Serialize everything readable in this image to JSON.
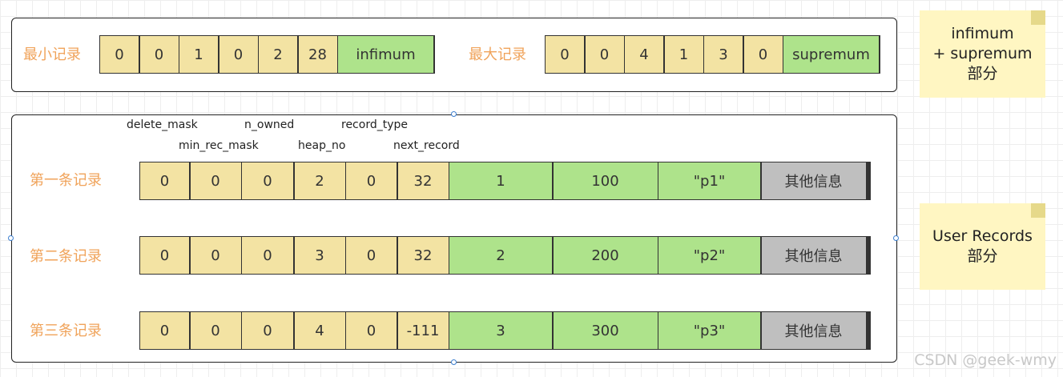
{
  "top_panel": {
    "min": {
      "label": "最小记录",
      "header": [
        "0",
        "0",
        "1",
        "0",
        "2",
        "28"
      ],
      "value": "infimum"
    },
    "max": {
      "label": "最大记录",
      "header": [
        "0",
        "0",
        "4",
        "1",
        "3",
        "0"
      ],
      "value": "supremum"
    }
  },
  "field_labels": {
    "upper": [
      "delete_mask",
      "n_owned",
      "record_type"
    ],
    "lower": [
      "min_rec_mask",
      "heap_no",
      "next_record"
    ]
  },
  "records": [
    {
      "label": "第一条记录",
      "header": [
        "0",
        "0",
        "0",
        "2",
        "0",
        "32"
      ],
      "data": [
        "1",
        "100",
        "\"p1\""
      ],
      "other": "其他信息"
    },
    {
      "label": "第二条记录",
      "header": [
        "0",
        "0",
        "0",
        "3",
        "0",
        "32"
      ],
      "data": [
        "2",
        "200",
        "\"p2\""
      ],
      "other": "其他信息"
    },
    {
      "label": "第三条记录",
      "header": [
        "0",
        "0",
        "0",
        "4",
        "0",
        "-111"
      ],
      "data": [
        "3",
        "300",
        "\"p3\""
      ],
      "other": "其他信息"
    }
  ],
  "notes": [
    {
      "lines": [
        "infimum",
        "+ supremum",
        "部分"
      ]
    },
    {
      "lines": [
        "User Records",
        "部分"
      ]
    }
  ],
  "watermark": "CSDN @geek-wmy",
  "colors": {
    "header_cell": "#f3e3a3",
    "data_cell": "#aee38b",
    "other_cell": "#bfbfbf",
    "label": "#f0a35a",
    "note": "#fff6c2"
  }
}
